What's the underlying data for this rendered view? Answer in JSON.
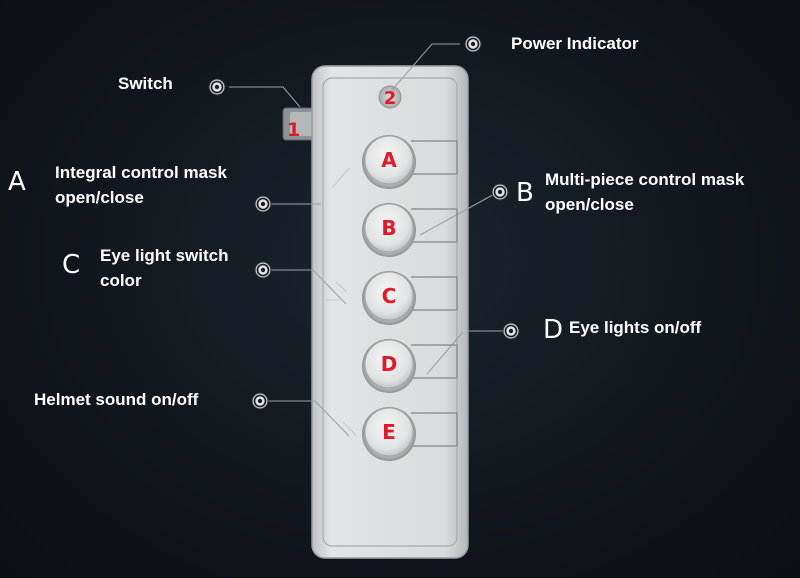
{
  "colors": {
    "background": "#10151b",
    "remote_body": "#d9dadb",
    "button_face": "#e4e5e6",
    "marker_red": "#e01a2a",
    "label_text": "#ffffff",
    "leader_line": "#9aa0a6"
  },
  "remote": {
    "switch_marker": "1",
    "power_marker": "2",
    "buttons": [
      {
        "id": "a",
        "letter": "A"
      },
      {
        "id": "b",
        "letter": "B"
      },
      {
        "id": "c",
        "letter": "C"
      },
      {
        "id": "d",
        "letter": "D"
      },
      {
        "id": "e",
        "letter": "E"
      }
    ]
  },
  "callouts": {
    "power": {
      "text": "Power Indicator"
    },
    "switch": {
      "text": "Switch"
    },
    "a": {
      "letter": "A",
      "line1": "Integral control mask",
      "line2": "open/close"
    },
    "b": {
      "letter": "B",
      "line1": "Multi-piece control mask",
      "line2": "open/close"
    },
    "c": {
      "letter": "C",
      "line1": "Eye light switch",
      "line2": "color"
    },
    "d": {
      "letter": "D",
      "line1": "Eye lights on/off"
    },
    "e": {
      "line1": "Helmet sound on/off"
    }
  },
  "icons": {
    "callout_marker": "target-dot-icon"
  }
}
